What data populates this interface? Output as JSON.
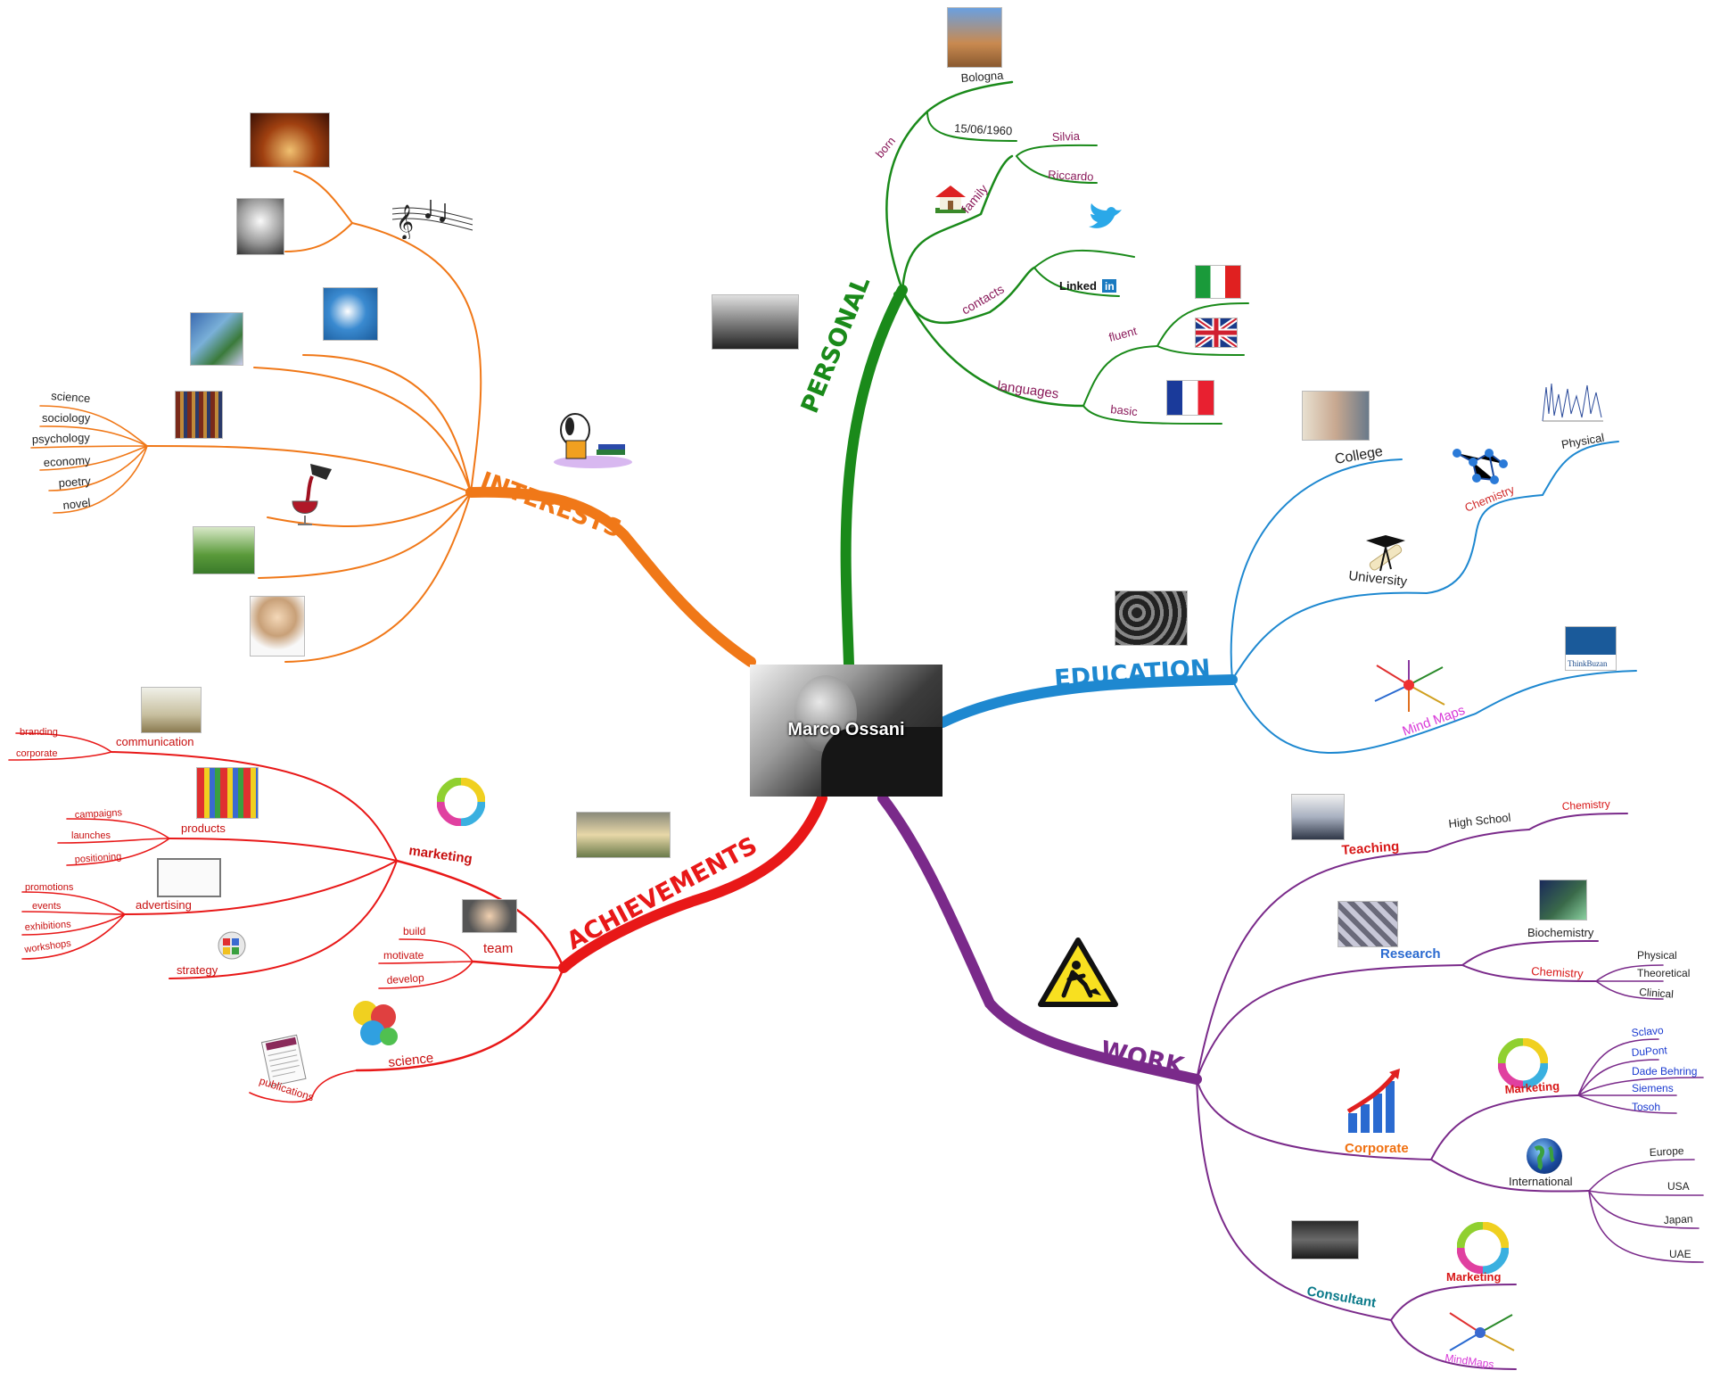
{
  "center": {
    "title": "Marco Ossani"
  },
  "colors": {
    "personal": "#1a8a1a",
    "interests": "#f07818",
    "education": "#1e88d0",
    "achievements": "#e81818",
    "work": "#7a2a8a",
    "label_dark": "#222222"
  },
  "personal": {
    "branch": "PERSONAL",
    "born": "born",
    "bologna": "Bologna",
    "birthdate": "15/06/1960",
    "family": "family",
    "silvia": "Silvia",
    "riccardo": "Riccardo",
    "contacts": "contacts",
    "linkedin": "Linked",
    "linkedin_in": "in",
    "languages": "languages",
    "fluent": "fluent",
    "basic": "basic"
  },
  "interests": {
    "branch": "INTERESTS",
    "reading": [
      "science",
      "sociology",
      "psychology",
      "economy",
      "poetry",
      "novel"
    ]
  },
  "education": {
    "branch": "EDUCATION",
    "college": "College",
    "university": "University",
    "chemistry": "Chemistry",
    "physical": "Physical",
    "mindmaps": "Mind Maps",
    "thinkbuzan": "ThinkBuzan"
  },
  "achievements": {
    "branch": "ACHIEVEMENTS",
    "communication": "communication",
    "branding": "branding",
    "corporate": "corporate",
    "products": "products",
    "campaigns": "campaigns",
    "launches": "launches",
    "positioning": "positioning",
    "marketing": "marketing",
    "advertising": "advertising",
    "promotions": "promotions",
    "events": "events",
    "exhibitions": "exhibitions",
    "workshops": "workshops",
    "strategy": "strategy",
    "team": "team",
    "build": "build",
    "motivate": "motivate",
    "develop": "develop",
    "science": "science",
    "publications": "publications"
  },
  "work": {
    "branch": "WORK",
    "teaching": "Teaching",
    "high_school": "High School",
    "chemistry_t": "Chemistry",
    "research": "Research",
    "biochemistry": "Biochemistry",
    "chemistry_r": "Chemistry",
    "physical": "Physical",
    "theoretical": "Theoretical",
    "clinical": "Clinical",
    "corporate": "Corporate",
    "marketing_c": "Marketing",
    "clients": [
      "Sclavo",
      "DuPont",
      "Dade Behring",
      "Siemens",
      "Tosoh"
    ],
    "international": "International",
    "regions": [
      "Europe",
      "USA",
      "Japan",
      "UAE"
    ],
    "consultant": "Consultant",
    "marketing_k": "Marketing",
    "mindmaps": "MindMaps"
  }
}
